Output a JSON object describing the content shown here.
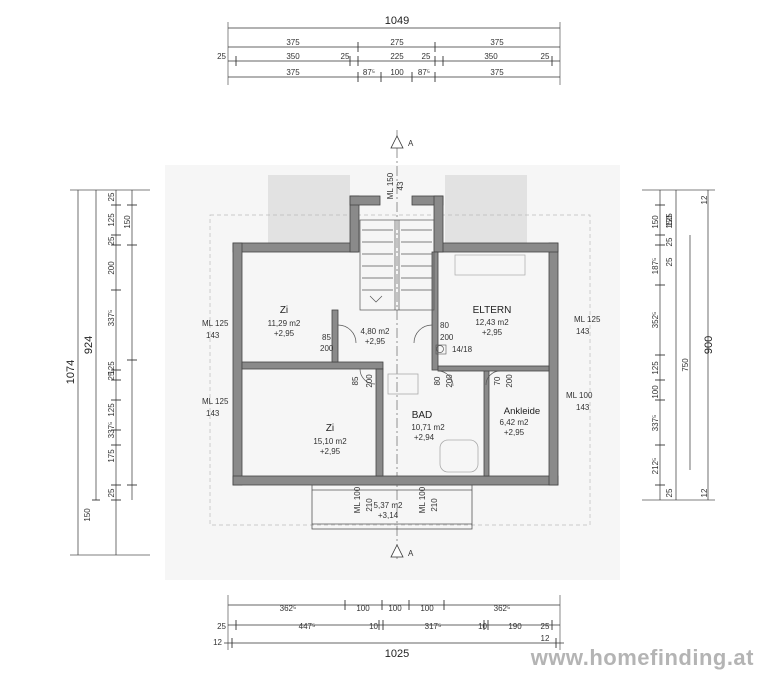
{
  "top_dims": {
    "overall": "1049",
    "row1": [
      "375",
      "275",
      "375"
    ],
    "row2": [
      "25",
      "350",
      "25",
      "225",
      "25",
      "350",
      "25"
    ],
    "row3": [
      "375",
      "87⁵",
      "100",
      "87⁵",
      "375"
    ]
  },
  "bottom_dims": {
    "row1": [
      "362⁵",
      "100",
      "100",
      "100",
      "362⁵"
    ],
    "row2": [
      "25",
      "447⁵",
      "10",
      "317⁵",
      "10",
      "190",
      "25"
    ],
    "row3": [
      "12",
      "1025",
      "12"
    ]
  },
  "left_dims": {
    "overall": "1074",
    "inner": "924",
    "col1": [
      "25",
      "125",
      "25",
      "200",
      "337⁵",
      "25",
      "125",
      "125",
      "337⁵",
      "175",
      "25",
      "150"
    ],
    "col2": [
      "150"
    ]
  },
  "right_dims": {
    "overall": "900",
    "inner": "750",
    "col1": [
      "150",
      "125",
      "25",
      "187⁵",
      "352⁵",
      "125",
      "100",
      "337⁵",
      "212⁵",
      "25"
    ],
    "col2": [
      "150",
      "25",
      "12",
      "12"
    ]
  },
  "section_marks": {
    "top": "A",
    "bottom": "A"
  },
  "stair_labels": {
    "ml": "ML 150",
    "h": "43"
  },
  "rooms": {
    "zi_top": {
      "name": "Zi",
      "area": "11,29 m2",
      "height": "+2,95"
    },
    "vorraum": {
      "area": "4,80 m2",
      "height": "+2,95"
    },
    "eltern": {
      "name": "ELTERN",
      "area": "12,43 m2",
      "height": "+2,95",
      "extra": "14/18"
    },
    "zi_bottom": {
      "name": "Zi",
      "area": "15,10 m2",
      "height": "+2,95"
    },
    "bad": {
      "name": "BAD",
      "area": "10,71 m2",
      "height": "+2,94"
    },
    "ankleide": {
      "name": "Ankleide",
      "area": "6,42 m2",
      "height": "+2,95"
    },
    "balkon": {
      "area": "5,37 m2",
      "height": "+3,14"
    }
  },
  "window_labels": {
    "w_left_top": [
      "ML 125",
      "143"
    ],
    "w_left_bottom": [
      "ML 125",
      "143"
    ],
    "w_right_top": [
      "ML 125",
      "143"
    ],
    "w_right_bottom": [
      "ML 100",
      "143"
    ],
    "balkon_left": [
      "ML 100",
      "210"
    ],
    "balkon_right": [
      "ML 100",
      "210"
    ]
  },
  "door_labels": {
    "d1": [
      "85",
      "200"
    ],
    "d2": [
      "80",
      "200"
    ],
    "d3": [
      "85",
      "200"
    ],
    "d4": [
      "80",
      "200"
    ],
    "d5": [
      "70",
      "200"
    ]
  },
  "watermark": "www.homefinding.at"
}
